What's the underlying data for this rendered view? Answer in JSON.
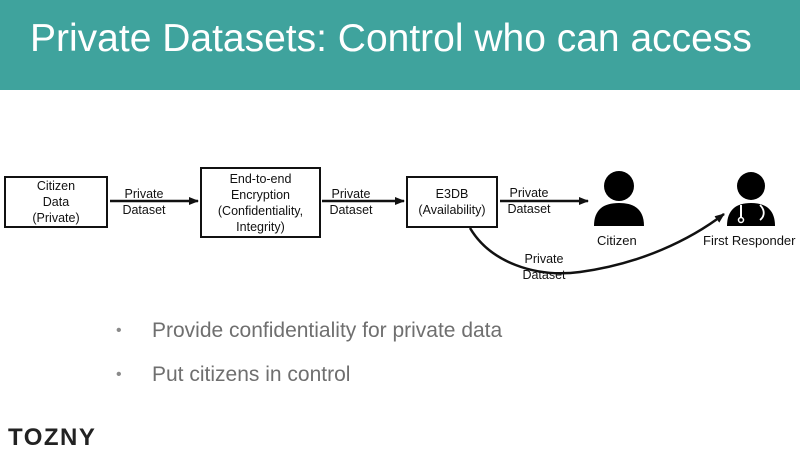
{
  "title": "Private Datasets: Control who can access",
  "nodes": {
    "citizen_data": [
      "Citizen",
      "Data",
      "(Private)"
    ],
    "encryption": [
      "End-to-end",
      "Encryption",
      "(Confidentiality,",
      "Integrity)"
    ],
    "e3db": [
      "E3DB",
      "(Availability)"
    ]
  },
  "edge_labels": {
    "e1": [
      "Private",
      "Dataset"
    ],
    "e2": [
      "Private",
      "Dataset"
    ],
    "e3": [
      "Private",
      "Dataset"
    ],
    "e4": [
      "Private",
      "Dataset"
    ]
  },
  "actors": {
    "citizen": "Citizen",
    "responder": "First Responder"
  },
  "icons": {
    "citizen": "person-icon",
    "responder": "doctor-icon"
  },
  "bullets": [
    "Provide confidentiality for private data",
    "Put citizens in control"
  ],
  "logo": "TOZNY",
  "colors": {
    "header": "#3fa39d",
    "bullet_text": "#6f6f6f"
  }
}
